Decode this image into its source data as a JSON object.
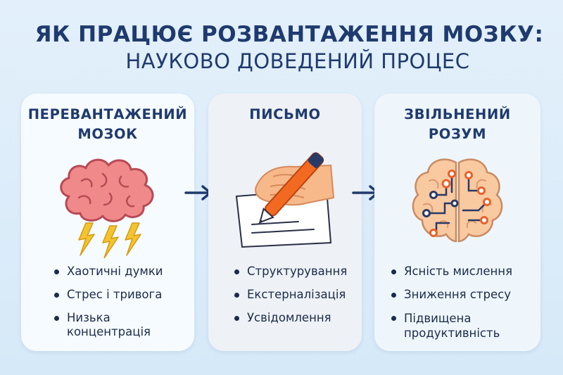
{
  "title": {
    "line1": "ЯК ПРАЦЮЄ РОЗВАНТАЖЕННЯ МОЗКУ:",
    "line2": "НАУКОВО ДОВЕДЕНИЙ ПРОЦЕС"
  },
  "steps": [
    {
      "title_line1": "ПЕРЕВАНТАЖЕНИЙ",
      "title_line2": "МОЗОК",
      "icon": "storm-brain-icon",
      "items": [
        "Хаотичні думки",
        "Стрес і тривога",
        "Низька концентрація"
      ]
    },
    {
      "title_line1": "ПИСЬМО",
      "title_line2": "",
      "icon": "hand-writing-icon",
      "items": [
        "Структурування",
        "Екстерналізація",
        "Усвідомлення"
      ]
    },
    {
      "title_line1": "ЗВІЛЬНЕНИЙ",
      "title_line2": "РОЗУМ",
      "icon": "circuit-brain-icon",
      "items": [
        "Ясність мислення",
        "Зниження стресу",
        "Підвищена продуктивність"
      ]
    }
  ],
  "colors": {
    "navy": "#1f3a6e",
    "brain_pink": "#f08a8a",
    "lightning": "#f4c430",
    "pen_orange": "#f26a21",
    "brain_peach": "#f9c9a0",
    "circuit_orange": "#e8622b"
  }
}
